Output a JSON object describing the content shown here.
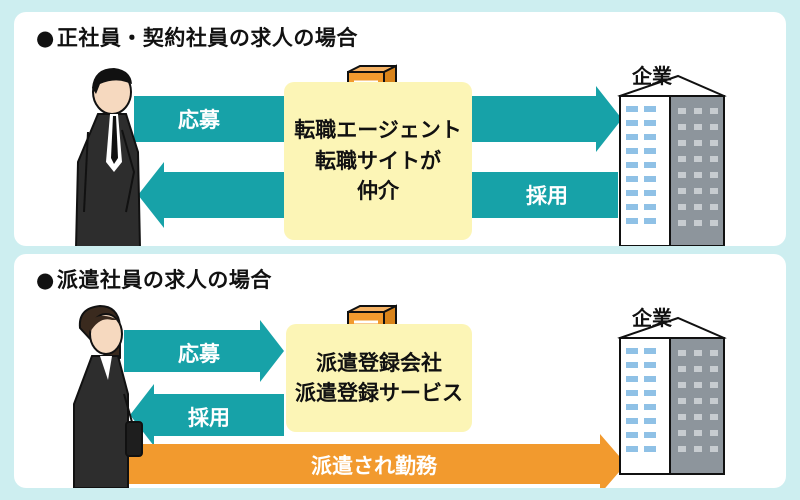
{
  "section1": {
    "title": "正社員・契約社員の求人の場合",
    "company_label": "企業",
    "apply_label": "応募",
    "hire_label": "採用",
    "box_lines": [
      "転職エージェント",
      "転職サイトが",
      "仲介"
    ]
  },
  "section2": {
    "title": "派遣社員の求人の場合",
    "company_label": "企業",
    "apply_label": "応募",
    "hire_label": "採用",
    "box_lines": [
      "派遣登録会社",
      "派遣登録サービス"
    ],
    "dispatch_label": "派遣され勤務"
  },
  "colors": {
    "teal": "#17a2a8",
    "orange": "#f29a2e",
    "box": "#fcf5b6",
    "background": "#cdeef0"
  }
}
